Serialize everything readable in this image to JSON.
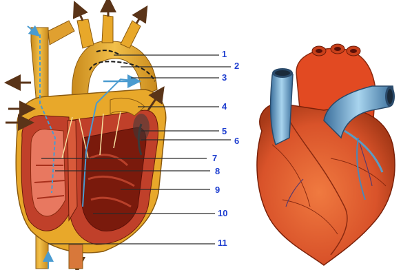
{
  "labels": [
    "1",
    "2",
    "3",
    "4",
    "5",
    "6",
    "7",
    "8",
    "9",
    "10",
    "11"
  ],
  "figures": [
    {
      "name": "heart-section-illustration"
    },
    {
      "name": "heart-exterior-illustration"
    }
  ],
  "colors": {
    "label_text": "#1f3fd0",
    "leader_line": "#2a2a2a",
    "arrow_dark": "#5a3418",
    "arrow_blue": "#4a9bd0",
    "muscle": "#c0402a",
    "muscle_light": "#e87860",
    "vessel_yellow": "#e8a82a",
    "vessel_gold": "#c98a1c",
    "vein_blue": "#5a9cc4",
    "exterior_heart": "#d9532a",
    "exterior_dark": "#8a2a10"
  }
}
